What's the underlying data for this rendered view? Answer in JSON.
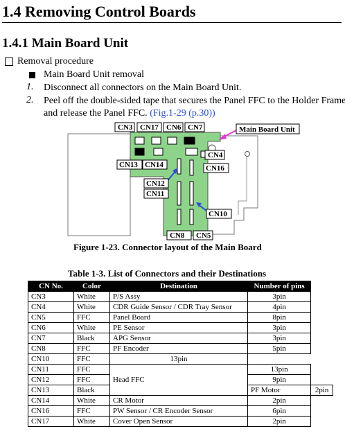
{
  "heading": "1.4  Removing Control Boards",
  "subheading": "1.4.1  Main Board Unit",
  "procedure_title": "Removal procedure",
  "bullet": "Main Board Unit removal",
  "steps": [
    {
      "num": "1.",
      "text": "Disconnect all connectors on the Main Board Unit."
    },
    {
      "num": "2.",
      "text_line1": "Peel off the double-sided tape that secures the Panel FFC to the Holder Frame",
      "text_line2": "and release the Panel FFC. ",
      "link": "(Fig.1-29 (p.30))"
    }
  ],
  "figure": {
    "labels": {
      "cn3": "CN3",
      "cn17": "CN17",
      "cn6": "CN6",
      "cn7": "CN7",
      "main_board": "Main Board Unit",
      "cn4": "CN4",
      "cn16": "CN16",
      "cn13": "CN13",
      "cn14": "CN14",
      "cn12": "CN12",
      "cn11": "CN11",
      "cn10": "CN10",
      "cn8": "CN8",
      "cn5": "CN5"
    },
    "caption": "Figure 1-23.  Connector layout of the Main Board",
    "colors": {
      "board": "#8dd38a",
      "pointer": "#e03ad0",
      "arrow": "#2b4fd8"
    }
  },
  "table": {
    "caption": "Table 1-3.  List of Connectors and their Destinations",
    "headers": [
      "CN No.",
      "Color",
      "Destination",
      "Number of pins"
    ],
    "rows": [
      [
        "CN3",
        "White",
        "P/S Assy",
        "3pin"
      ],
      [
        "CN4",
        "White",
        "CDR Guide Sensor / CDR Tray Sensor",
        "4pin"
      ],
      [
        "CN5",
        "FFC",
        "Panel Board",
        "8pin"
      ],
      [
        "CN6",
        "White",
        "PE Sensor",
        "3pin"
      ],
      [
        "CN7",
        "Black",
        "APG Sensor",
        "3pin"
      ],
      [
        "CN8",
        "FFC",
        "PF Encoder",
        "5pin"
      ],
      [
        "CN10",
        "FFC",
        "",
        "13pin"
      ],
      [
        "CN11",
        "FFC",
        "Head FFC",
        "13pin"
      ],
      [
        "CN12",
        "FFC",
        "",
        "9pin"
      ],
      [
        "CN13",
        "Black",
        "PF Motor",
        "2pin"
      ],
      [
        "CN14",
        "White",
        "CR Motor",
        "2pin"
      ],
      [
        "CN16",
        "FFC",
        "PW Sensor / CR Encoder Sensor",
        "6pin"
      ],
      [
        "CN17",
        "White",
        "Cover Open Sensor",
        "2pin"
      ]
    ]
  }
}
